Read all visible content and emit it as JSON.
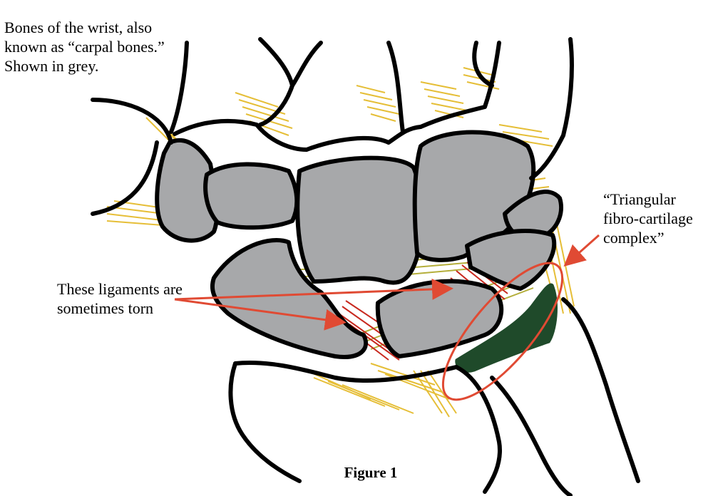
{
  "labels": {
    "bones": "Bones of the wrist, also\nknown as “carpal bones.”\nShown in grey.",
    "ligaments": "These ligaments are\nsometimes torn",
    "tfcc": "“Triangular\nfibro-cartilage\ncomplex”",
    "figure": "Figure 1"
  },
  "colors": {
    "bone_fill": "#a7a8aa",
    "outline": "#000000",
    "ligament_yellow": "#e3b721",
    "ligament_olive": "#a8a018",
    "torn_ligament": "#c8281e",
    "tfcc_green": "#1f4a2a",
    "callout_red": "#e04a33"
  }
}
